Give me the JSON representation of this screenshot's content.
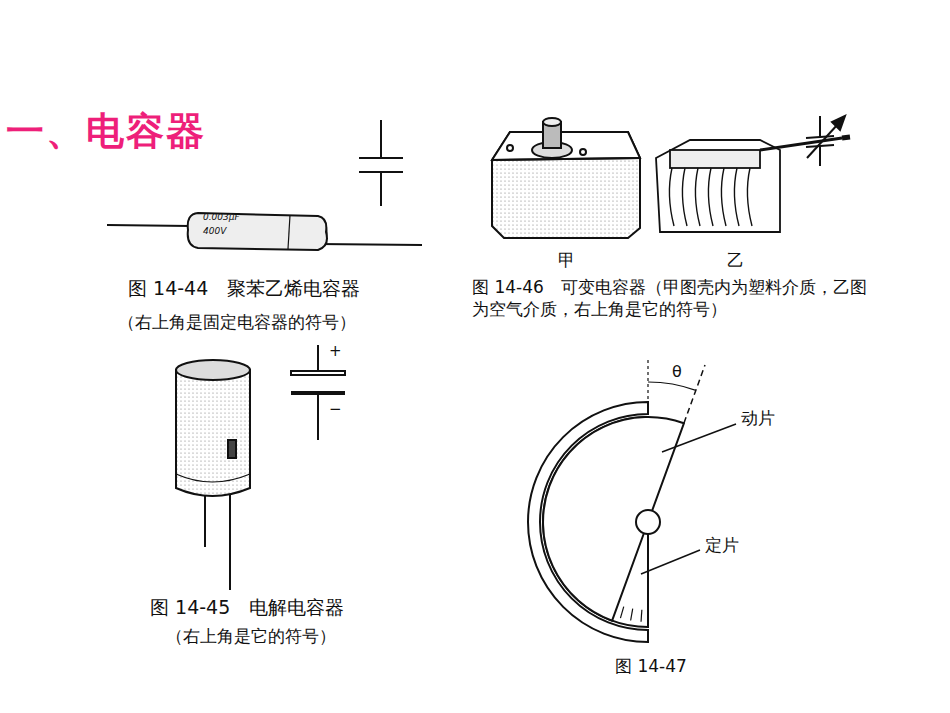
{
  "diagram": {
    "title": "一、电容器",
    "labels": [
      "0.003μF",
      "400V",
      "图 14-44　聚苯乙烯电容器",
      "（右上角是固定电容器的符号）",
      "甲",
      "乙",
      "图 14-46　可变电容器（甲图壳内为塑料介质，乙图为空气介质，右上角是它的符号）",
      "+",
      "−",
      "图 14-45　电解电容器",
      "（右上角是它的符号）",
      "θ",
      "动片",
      "定片",
      "图 14-47"
    ]
  }
}
